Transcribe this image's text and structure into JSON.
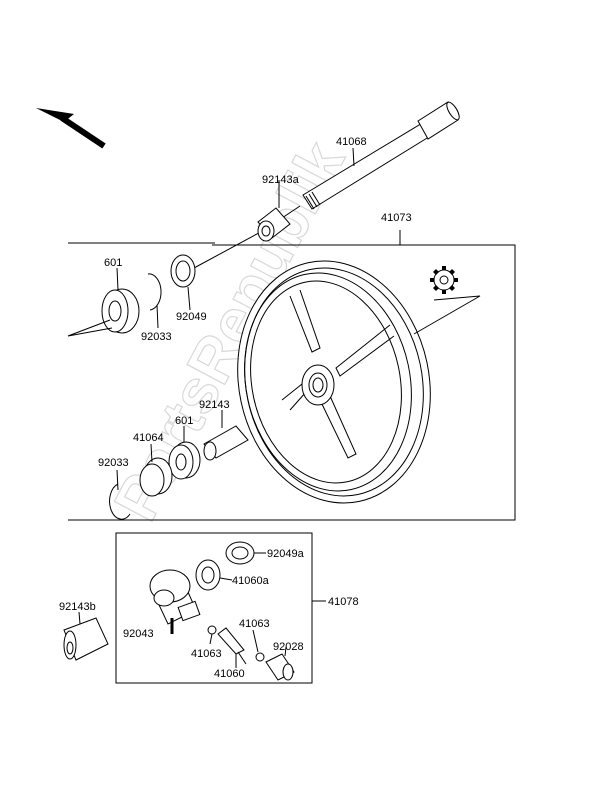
{
  "diagram": {
    "watermark": "PartsRepublik",
    "colors": {
      "line": "#000000",
      "background": "#ffffff",
      "watermark": "#d8d8d8"
    },
    "icons": [
      "direction-arrow-icon",
      "gear-icon"
    ],
    "labels": {
      "l41068": "41068",
      "l92143a": "92143a",
      "l41073": "41073",
      "l601_top": "601",
      "l92033_top": "92033",
      "l92049": "92049",
      "l92143": "92143",
      "l601_mid": "601",
      "l41064": "41064",
      "l92033_low": "92033",
      "l92049a": "92049a",
      "l41060a": "41060a",
      "l41078": "41078",
      "l92143b": "92143b",
      "l92043": "92043",
      "l41063_right": "41063",
      "l41063_left": "41063",
      "l92028": "92028",
      "l41060": "41060"
    }
  }
}
